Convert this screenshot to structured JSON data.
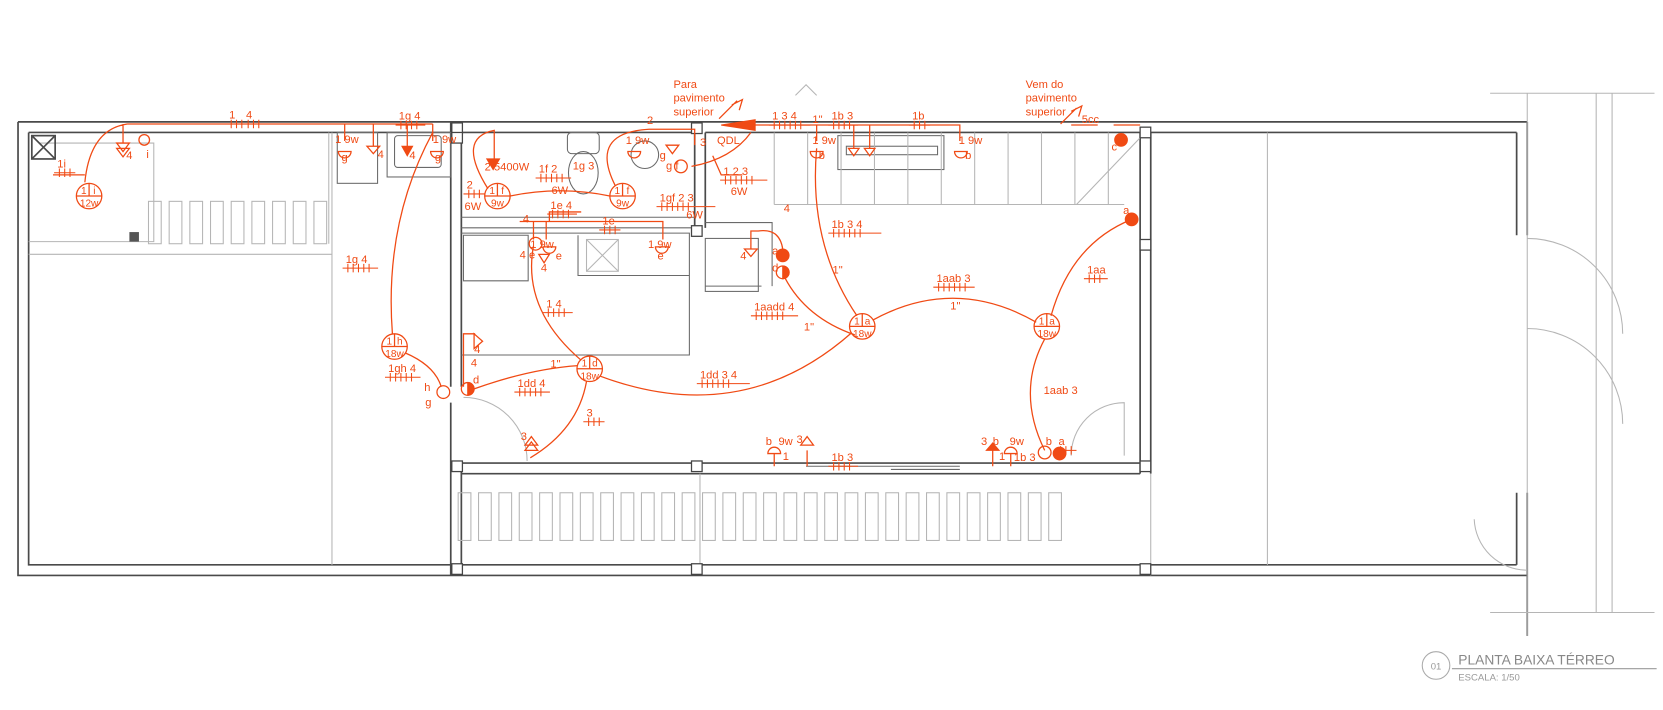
{
  "drawing": {
    "title": "PLANTA BAIXA TÉRREO",
    "number": "01",
    "scale": "ESCALA: 1/50",
    "wire_color": "#f04a14",
    "wall_color": "#4a4a4a"
  },
  "notes": {
    "para_1": "Para",
    "para_2": "pavimento",
    "para_3": "superior",
    "vem_1": "Vem  do",
    "vem_2": "pavimento",
    "vem_3": "superior",
    "panel": "QDL"
  },
  "lamps": [
    {
      "circuit": "1",
      "switch": "i",
      "power": "12w"
    },
    {
      "circuit": "1",
      "switch": "f",
      "power": "9w"
    },
    {
      "circuit": "1",
      "switch": "f",
      "power": "9w"
    },
    {
      "circuit": "1",
      "switch": "h",
      "power": "18w"
    },
    {
      "circuit": "1",
      "switch": "d",
      "power": "18w"
    },
    {
      "circuit": "1",
      "switch": "a",
      "power": "18w"
    },
    {
      "circuit": "1",
      "switch": "a",
      "power": "18w"
    }
  ],
  "labels": [
    "1",
    "4",
    "1i",
    "4",
    "i",
    "1g 4",
    "1 9w",
    "g",
    "4",
    "4",
    "1 9w",
    "g",
    "2 5400W",
    "2",
    "6W",
    "1f  2",
    "6W",
    "1g  3",
    "2",
    "1 9w",
    "g",
    "3",
    "g f",
    "1gf  2  3",
    "6W",
    "1  2  3",
    "6W",
    "1  3 4",
    "1\"",
    "1b 3",
    "1b",
    "1 9w",
    "b",
    "1 9w",
    "b",
    "5cc",
    "c",
    "1e 4",
    "1e",
    "4",
    "4 e",
    "1 9w",
    "e",
    "4",
    "1 9w",
    "e",
    "4",
    "4",
    "a",
    "d",
    "1  4",
    "1aadd 4",
    "1\"",
    "1b  3  4",
    "1\"",
    "1aab 3",
    "1\"",
    "1aa",
    "a",
    "1g  4",
    "1gh 4",
    "h",
    "g",
    "4",
    "4",
    "d",
    "1\"",
    "1dd 4",
    "1dd 3  4",
    "3",
    "3",
    "b",
    "9w",
    "3",
    "1",
    "1b 3",
    "3",
    "b",
    "9w",
    "1",
    "1b 3",
    "b",
    "a",
    "1aab 3"
  ]
}
